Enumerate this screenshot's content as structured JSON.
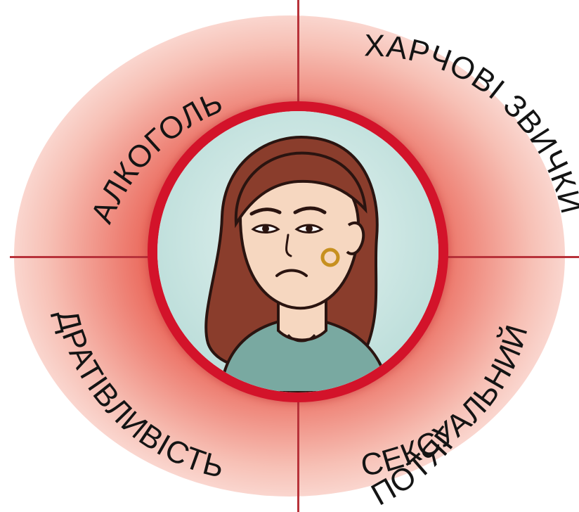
{
  "labels": {
    "top_left": "АЛКОГОЛЬ",
    "top_right": "ХАРЧОВІ ЗВИЧКИ",
    "bottom_left": "ДРАТІВЛИВІСТЬ",
    "bottom_right_line1": "СЕКСУАЛЬНИЙ",
    "bottom_right_line2": "ПОТЯГ"
  },
  "colors": {
    "ring": "#d3132a",
    "glow": "#e43c32",
    "divider": "#b8323a",
    "portrait_bg": "#cfe9e6",
    "hair": "#8a3d2c",
    "skin": "#f6d7c0",
    "shirt": "#79a9a1",
    "earring": "#c7901f"
  },
  "icons": [
    "woman-portrait-icon"
  ]
}
